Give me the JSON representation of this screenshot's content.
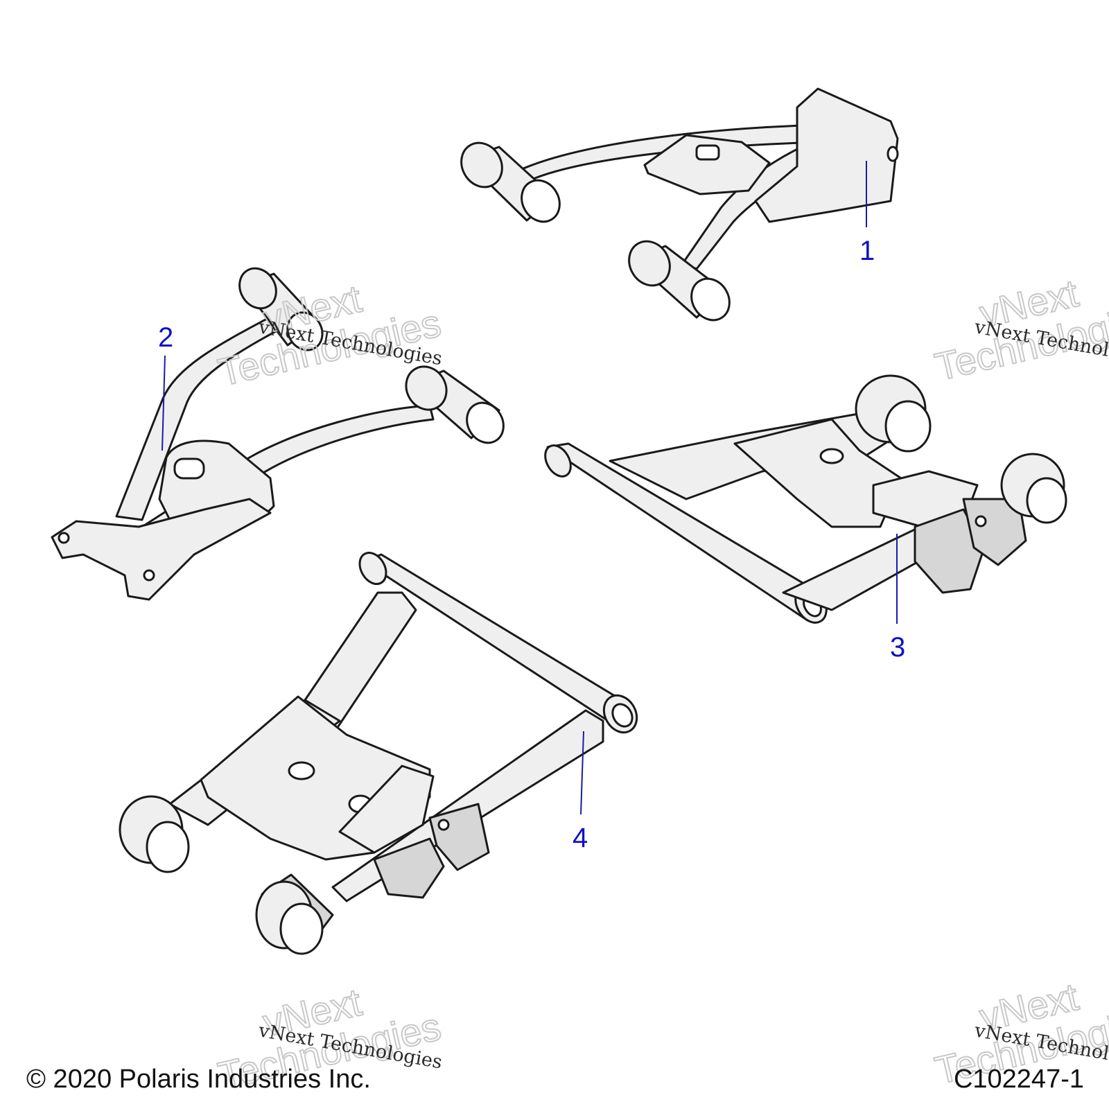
{
  "callouts": [
    {
      "label": "1"
    },
    {
      "label": "2"
    },
    {
      "label": "3"
    },
    {
      "label": "4"
    }
  ],
  "watermark": {
    "line": "vNext Technologies",
    "word1": "vNext",
    "word2": "Technologies"
  },
  "footer": {
    "copyright": "© 2020 Polaris Industries Inc.",
    "code": "C102247-1"
  },
  "colors": {
    "callout": "#1010c8",
    "part_fill": "#efefef",
    "outline": "#1a1a1a"
  }
}
